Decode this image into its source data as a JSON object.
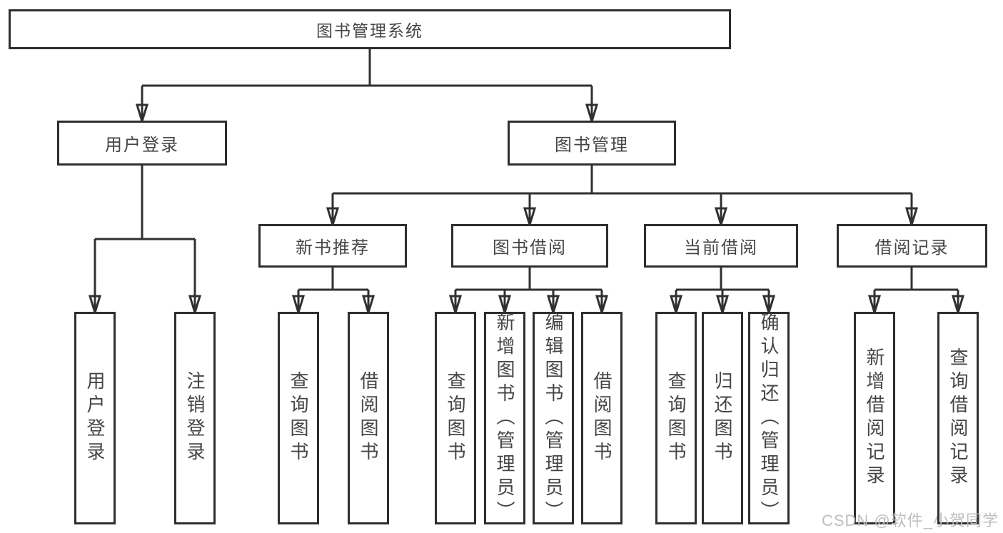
{
  "diagram": {
    "watermark": "CSDN @软件_小贺同学"
  },
  "colors": {
    "line": "#303030",
    "border": "#2e2e2e",
    "text": "#454545",
    "background": "#ffffff",
    "watermark": "#bababa"
  },
  "nodes": {
    "root": {
      "label": "图书管理系统"
    },
    "login": {
      "label": "用户登录"
    },
    "management": {
      "label": "图书管理"
    },
    "recommend": {
      "label": "新书推荐"
    },
    "borrow": {
      "label": "图书借阅"
    },
    "current": {
      "label": "当前借阅"
    },
    "records": {
      "label": "借阅记录"
    },
    "login_leaf": {
      "label": "用户登录"
    },
    "logout_leaf": {
      "label": "注销登录"
    },
    "rec_query": {
      "label": "查询图书"
    },
    "rec_borrow": {
      "label": "借阅图书"
    },
    "bor_query": {
      "label": "查询图书"
    },
    "bor_add": {
      "label": "新增图书（管理员）"
    },
    "bor_edit": {
      "label": "编辑图书（管理员）"
    },
    "bor_borrow": {
      "label": "借阅图书"
    },
    "cur_query": {
      "label": "查询图书"
    },
    "cur_return": {
      "label": "归还图书"
    },
    "cur_confirm": {
      "label": "确认归还（管理员）"
    },
    "recd_add": {
      "label": "新增借阅记录"
    },
    "recd_query": {
      "label": "查询借阅记录"
    }
  },
  "edges": [
    [
      "root",
      "login"
    ],
    [
      "root",
      "management"
    ],
    [
      "login",
      "login_leaf"
    ],
    [
      "login",
      "logout_leaf"
    ],
    [
      "management",
      "recommend"
    ],
    [
      "management",
      "borrow"
    ],
    [
      "management",
      "current"
    ],
    [
      "management",
      "records"
    ],
    [
      "recommend",
      "rec_query"
    ],
    [
      "recommend",
      "rec_borrow"
    ],
    [
      "borrow",
      "bor_query"
    ],
    [
      "borrow",
      "bor_add"
    ],
    [
      "borrow",
      "bor_edit"
    ],
    [
      "borrow",
      "bor_borrow"
    ],
    [
      "current",
      "cur_query"
    ],
    [
      "current",
      "cur_return"
    ],
    [
      "current",
      "cur_confirm"
    ],
    [
      "records",
      "recd_add"
    ],
    [
      "records",
      "recd_query"
    ]
  ]
}
